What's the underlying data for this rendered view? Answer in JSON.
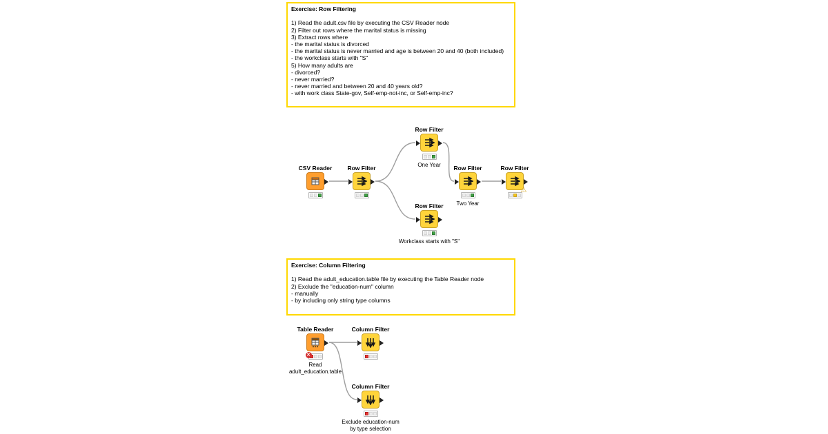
{
  "annotations": {
    "row_filtering": {
      "title": "Exercise: Row Filtering",
      "lines": [
        "",
        "1) Read the adult.csv file by executing the CSV Reader node",
        "2) Filter out rows where the marital status is missing",
        "3) Extract rows where",
        "- the marital status is divorced",
        "- the marital status is never married and age is between 20 and 40 (both included)",
        "- the workclass starts with \"S\"",
        "5) How many adults are",
        "- divorced?",
        "- never married?",
        "- never married and between 20 and 40 years old?",
        "- with work class State-gov, Self-emp-not-inc, or Self-emp-inc?"
      ]
    },
    "column_filtering": {
      "title": "Exercise: Column Filtering",
      "lines": [
        "",
        "1) Read the adult_education.table file by executing the Table Reader node",
        "2) Exclude the \"education-num\" column",
        "- manually",
        "- by including only string type columns"
      ]
    }
  },
  "nodes": {
    "csv_reader": {
      "label": "CSV Reader",
      "caption": "",
      "state": "executed"
    },
    "row_filter_1": {
      "label": "Row Filter",
      "caption": "",
      "state": "executed"
    },
    "row_filter_one_year": {
      "label": "Row Filter",
      "caption": "One Year",
      "state": "executed"
    },
    "row_filter_two_year": {
      "label": "Row Filter",
      "caption": "Two Year",
      "state": "executed"
    },
    "row_filter_warning": {
      "label": "Row Filter",
      "caption": "",
      "state": "configured",
      "warning": "⚠"
    },
    "row_filter_workclass": {
      "label": "Row Filter",
      "caption": "Workclass starts with \"S\"",
      "state": "executed"
    },
    "table_reader": {
      "label": "Table Reader",
      "caption": [
        "Read",
        "adult_education.table"
      ],
      "state": "error",
      "error_mark": "✕"
    },
    "column_filter_manual": {
      "label": "Column Filter",
      "caption": "",
      "state": "idle"
    },
    "column_filter_type": {
      "label": "Column Filter",
      "caption": [
        "Exclude education-num",
        "by type selection"
      ],
      "state": "idle"
    }
  },
  "colors": {
    "annotation_border": "#ffd800",
    "node_yellow": "#ffd43b",
    "node_orange": "#ff9e2e",
    "connector": "#9e9e9e",
    "state_green": "#43a047",
    "state_yellow": "#f5c518",
    "state_red": "#e53935"
  }
}
